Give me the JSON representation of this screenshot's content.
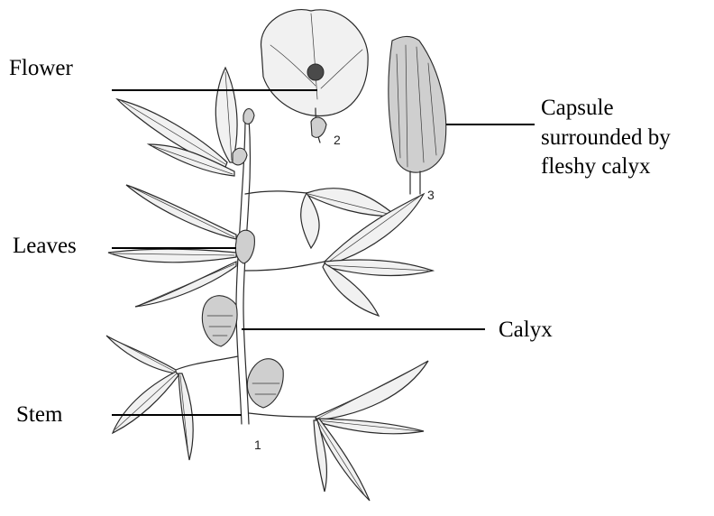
{
  "labels": {
    "flower": "Flower",
    "leaves": "Leaves",
    "stem": "Stem",
    "calyx": "Calyx",
    "capsule": "Capsule\nsurrounded by\nfleshy calyx"
  },
  "figure_numbers": {
    "one": "1",
    "two": "2",
    "three": "3"
  },
  "colors": {
    "ink": "#2a2a2a",
    "text": "#000000",
    "background": "#ffffff"
  }
}
